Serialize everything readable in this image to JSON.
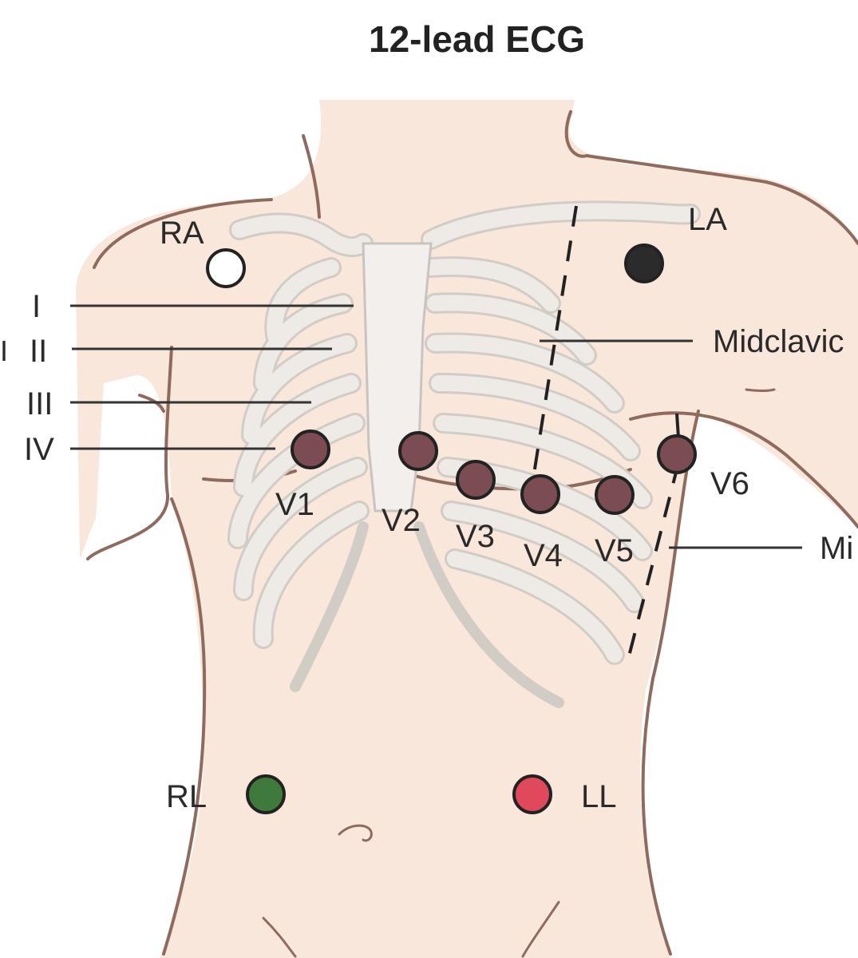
{
  "title": "12-lead ECG",
  "limb_labels": {
    "ra": "RA",
    "la": "LA",
    "rl": "RL",
    "ll": "LL"
  },
  "intercostal_labels": [
    "I",
    "II",
    "III",
    "IV"
  ],
  "edge_marker": "I",
  "chest_labels": [
    "V1",
    "V2",
    "V3",
    "V4",
    "V5",
    "V6"
  ],
  "line_labels": {
    "midclavicular": "Midclavic",
    "midaxillary": "Mi"
  },
  "colors": {
    "skin": "#f8e7da",
    "outline": "#8f6a5f",
    "ribs": "#eeeae6",
    "rib_edge": "#c9c4bf",
    "chest_electrode": "#7b4c52",
    "ra": "#ffffff",
    "la": "#2b2b2b",
    "rl": "#3f7a3c",
    "ll": "#e0495c"
  }
}
